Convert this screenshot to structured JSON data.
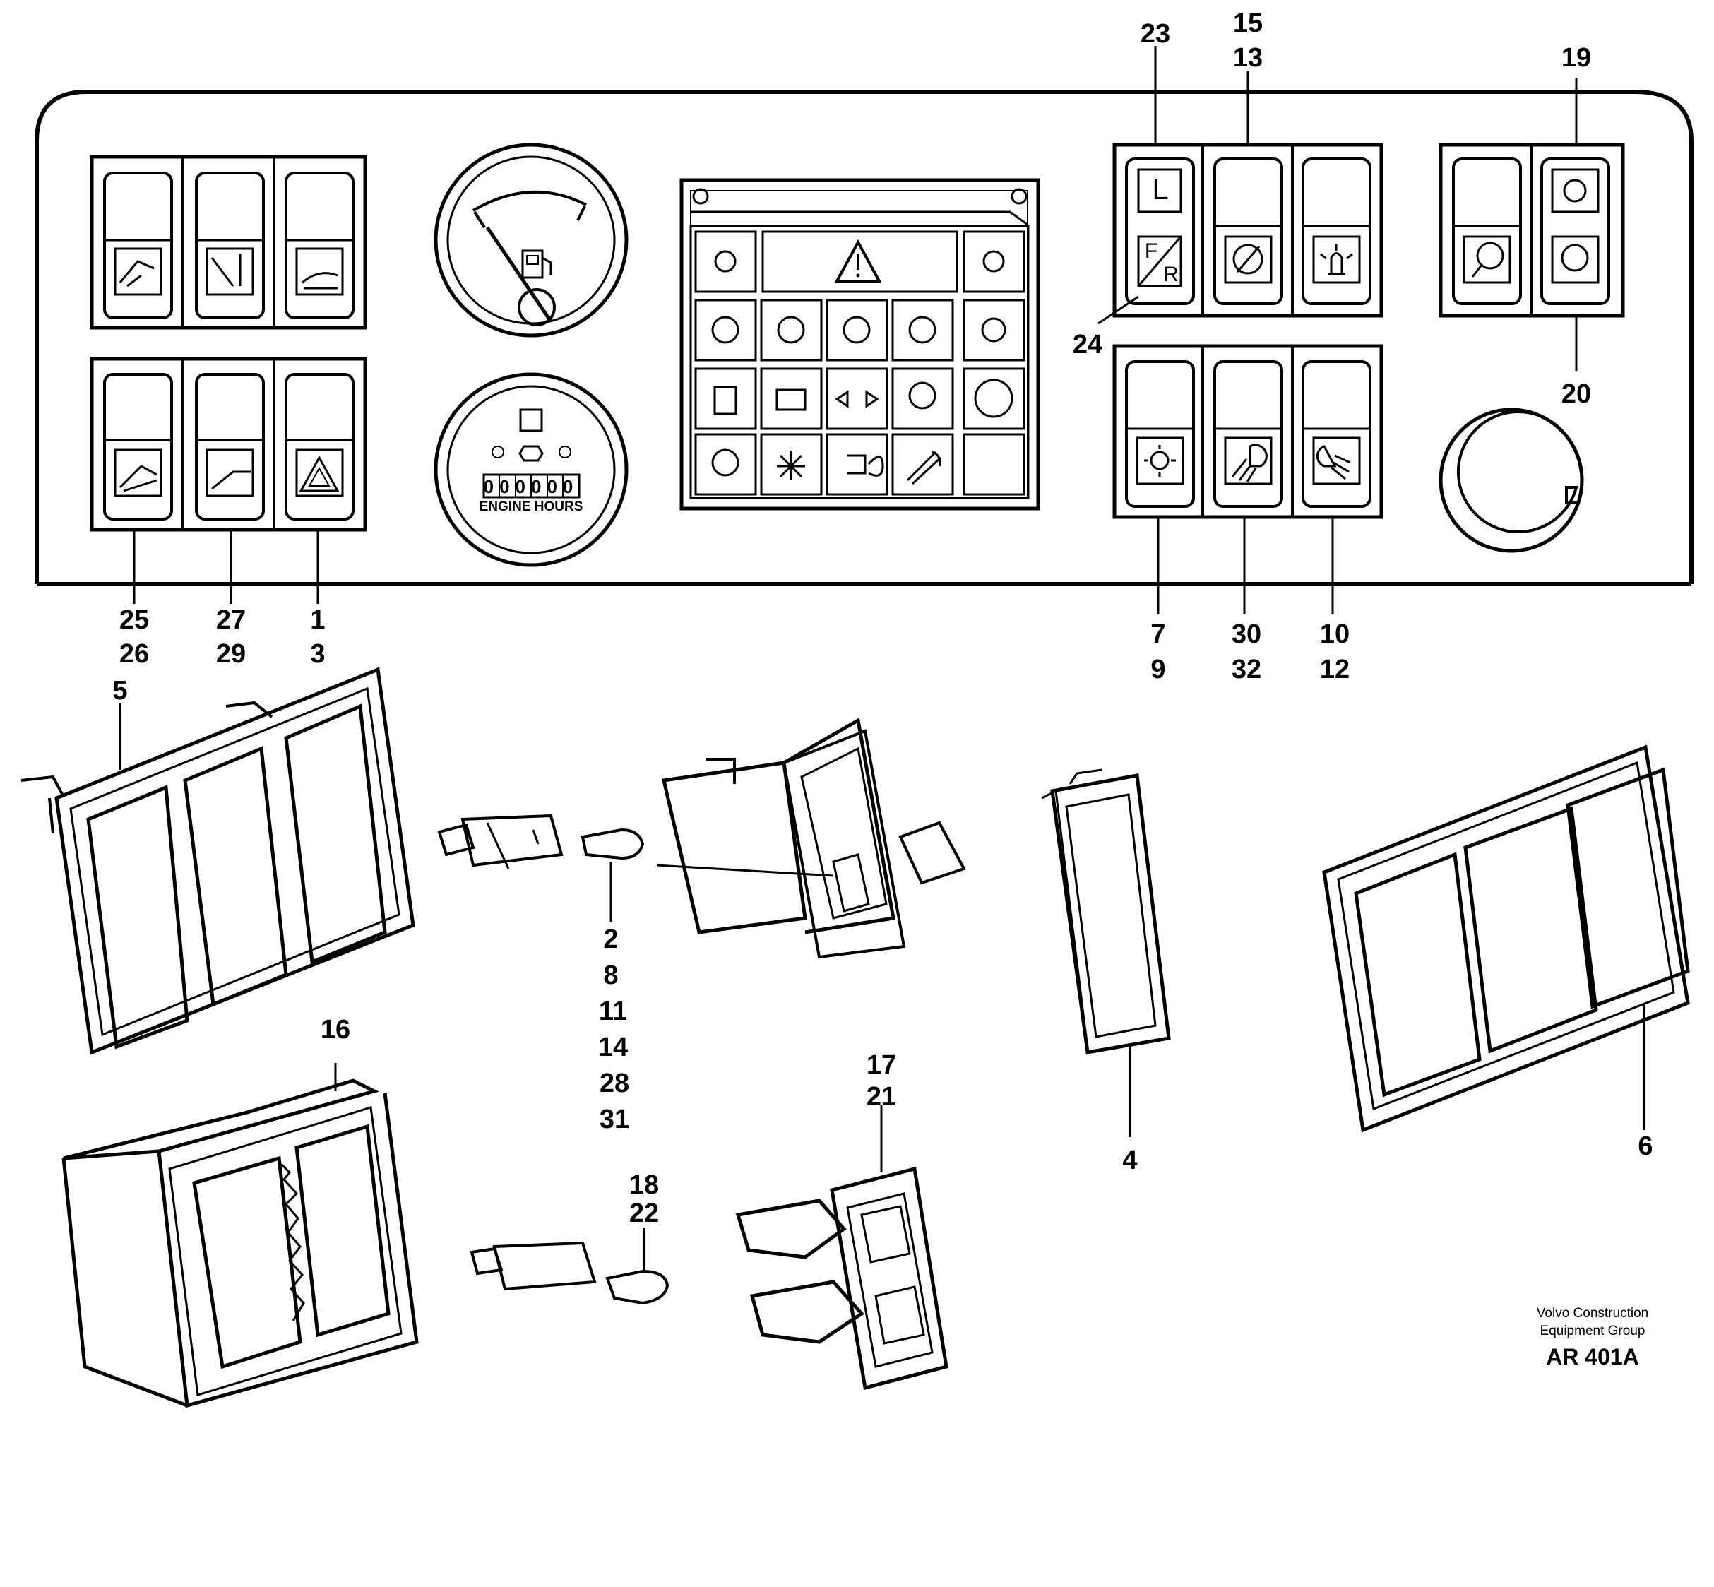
{
  "figure": {
    "credit_line1": "Volvo Construction",
    "credit_line2": "Equipment Group",
    "reference": "AR 401A"
  },
  "gauges": {
    "hour_meter_label": "ENGINE HOURS",
    "hour_meter_digits": "000000"
  },
  "switch_legends": {
    "lever_top": "L",
    "direction": "F/R",
    "direction_f": "F",
    "direction_r": "R"
  },
  "callouts": {
    "c23": "23",
    "c15": "15",
    "c13": "13",
    "c19": "19",
    "c24": "24",
    "c20": "20",
    "c25": "25",
    "c26": "26",
    "c27": "27",
    "c29": "29",
    "c1": "1",
    "c3": "3",
    "c7": "7",
    "c9": "9",
    "c30": "30",
    "c32": "32",
    "c10": "10",
    "c12": "12",
    "c5": "5",
    "c2": "2",
    "c8": "8",
    "c11": "11",
    "c14": "14",
    "c28": "28",
    "c31": "31",
    "c16": "16",
    "c17": "17",
    "c21": "21",
    "c18": "18",
    "c22": "22",
    "c4": "4",
    "c6": "6"
  }
}
